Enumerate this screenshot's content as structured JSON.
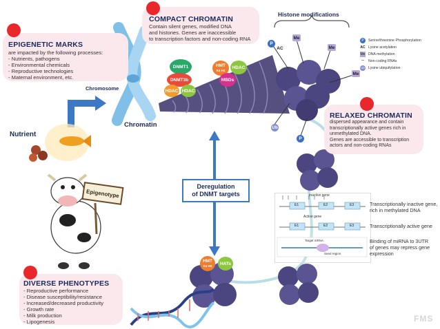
{
  "epigenetic_marks": {
    "title": "EPIGENETIC MARKS",
    "intro": "are impacted by the following processes:",
    "items": [
      "- Nutrients, pathogens",
      "- Environmental chemicals",
      "- Reproductive technologies",
      "- Maternal environment, etc."
    ]
  },
  "compact_chromatin": {
    "title": "COMPACT CHROMATIN",
    "lines": [
      "Contain silent genes, modified DNA",
      "and histones. Genes are inaccessible",
      "to transcription factors and non-coding RNA"
    ]
  },
  "histone_modifications": {
    "title": "Histone modifications"
  },
  "legend": [
    {
      "symbol": "P",
      "label": "Serine/threonine Phosphorylation",
      "color": "#3a6fc4"
    },
    {
      "symbol": "AC",
      "label": "Lysine acetylation",
      "color": "#ffffff"
    },
    {
      "symbol": "Me",
      "label": "DNA methylation",
      "color": "#b5a7d8"
    },
    {
      "symbol": "~",
      "label": "Non-coding RNAs",
      "color": "#333333"
    },
    {
      "symbol": "Ub",
      "label": "Lysine ubiquitylation",
      "color": "#7f8fcf"
    }
  ],
  "labels": {
    "chromosome": "Chromosome",
    "chromatin": "Chromatin",
    "nutrient": "Nutrient",
    "epigenotype": "Epigenotype",
    "deregulation": "Deregulation of DNMT targets",
    "deregulation_line1": "Deregulation",
    "deregulation_line2": "of DNMT targets"
  },
  "enzymes": {
    "dnmt1": "DNMT1",
    "dnmt3b": "DNMT3b",
    "hdac1": "HDAC",
    "hdac2": "HDAC",
    "hmt": "HMT",
    "hmt_sub": "K4 H3",
    "hdac3": "HDAC",
    "mbds": "MBDs",
    "hmt2": "HMT",
    "hmt2_sub": "K4 H3",
    "hats": "HATs"
  },
  "relaxed_chromatin": {
    "title": "RELAXED CHROMATIN",
    "lines": [
      "dispersed appearance and contain",
      "transcriptionally active genes rich in",
      "unmethylated DNA.",
      "Genes are accessible to transcription",
      "actors and non-coding RNAs"
    ]
  },
  "gene_panel": {
    "inactive_label": "Inactive gene",
    "active_label": "Active gene",
    "target_label": "Target mRNA",
    "seed_label": "Seed region",
    "exons": [
      "E1",
      "E2",
      "E3"
    ]
  },
  "gene_notes": {
    "inactive": [
      "Transcriptionally inactive gene,",
      "rich in methylated DNA"
    ],
    "active": "Transcriptionally active gene",
    "mirna": [
      "Binding of miRNA to 3UTR",
      "of genes may repress gene",
      "expression"
    ]
  },
  "diverse_phenotypes": {
    "title": "DIVERSE PHENOTYPES",
    "items": [
      "- Reproductive performance",
      "- Disease susceptibility/resistance",
      "- Increased/decreased productivity",
      "- Growth rate",
      "- Milk production",
      "- Lipogenesis"
    ]
  },
  "watermark": "FMS"
}
